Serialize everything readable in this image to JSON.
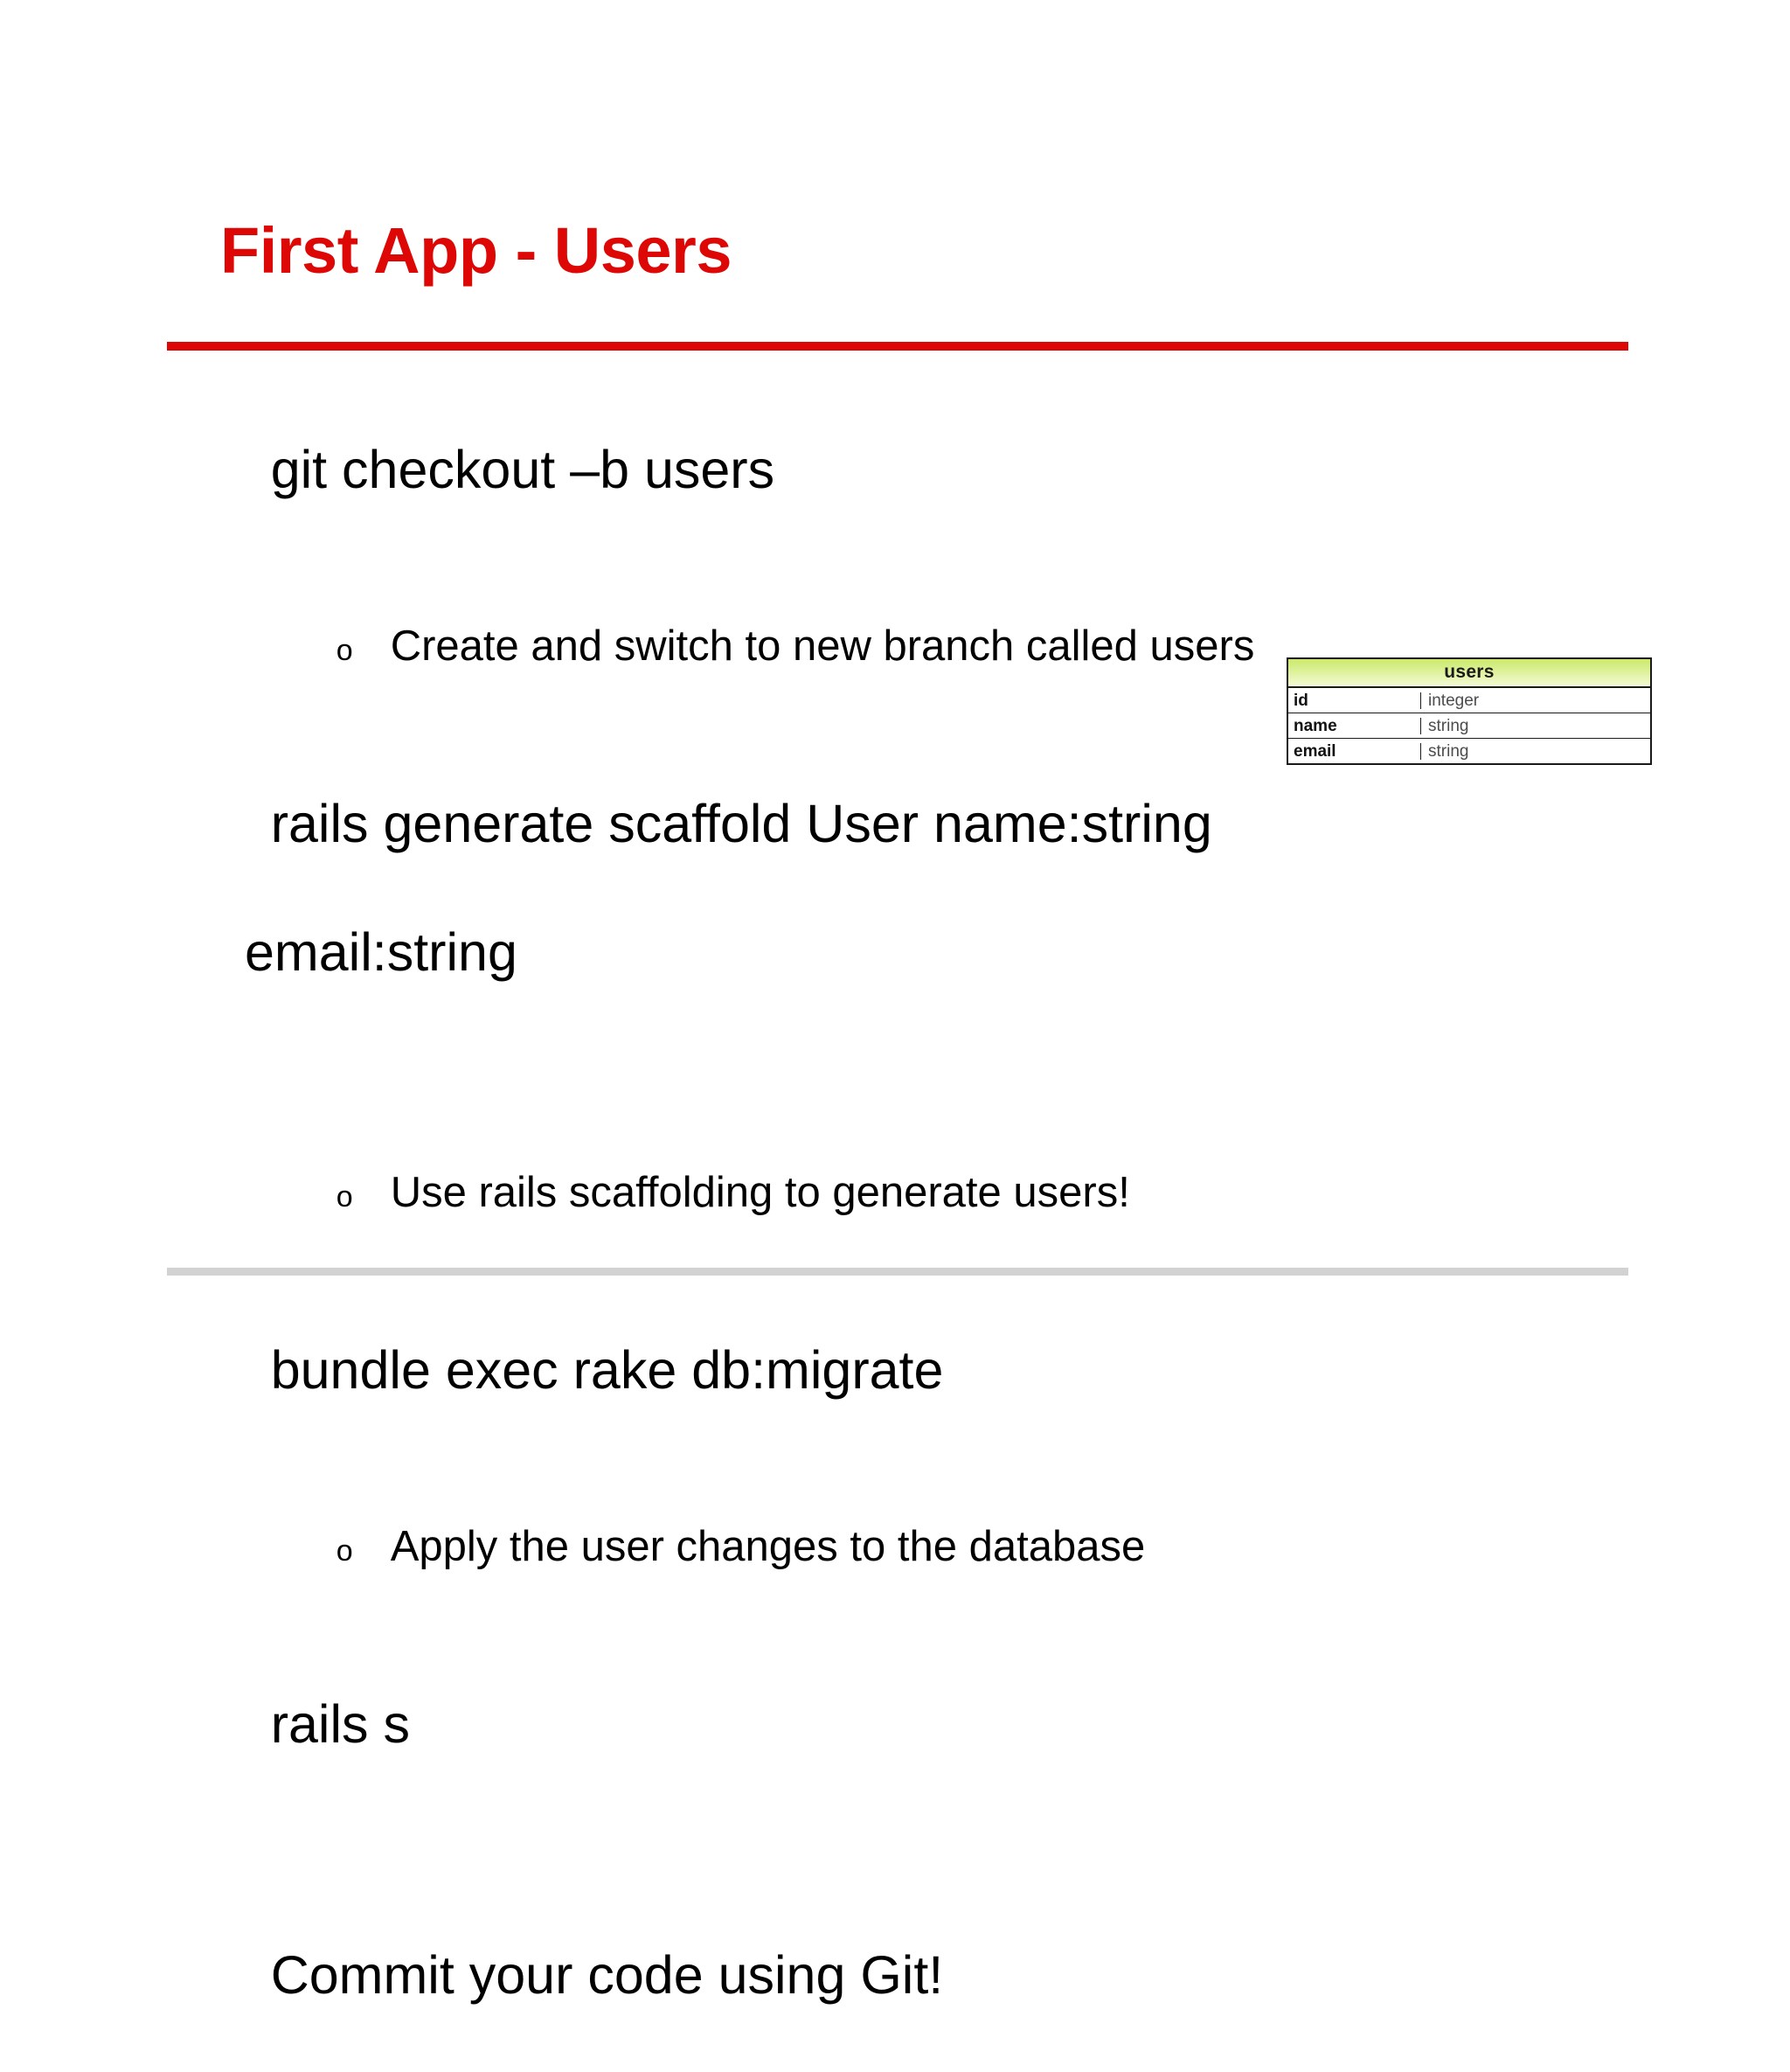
{
  "slide": {
    "title": "First App - Users",
    "title_color": "#dd0806",
    "top_rule_color": "#dd0806",
    "bottom_rule_color": "#d2d2d2",
    "background_color": "#ffffff",
    "body": [
      {
        "level": 1,
        "text": "git checkout –b users"
      },
      {
        "level": 2,
        "marker": "o",
        "text": "Create and switch to new branch called users"
      },
      {
        "level": 1,
        "text": "rails generate scaffold User name:string",
        "wrap": "email:string"
      },
      {
        "level": 2,
        "marker": "o",
        "text": "Use rails scaffolding to generate users!"
      },
      {
        "level": 1,
        "text": "bundle exec rake db:migrate"
      },
      {
        "level": 2,
        "marker": "o",
        "text": "Apply the user changes to the database"
      },
      {
        "level": 1,
        "text": "rails s"
      },
      {
        "level": 1,
        "text": "Commit your code using Git!"
      }
    ]
  },
  "er_table": {
    "title": "users",
    "header_color_top": "#cbe96a",
    "header_color_bottom": "#f4fbd6",
    "columns": [
      {
        "name": "id",
        "type": "integer"
      },
      {
        "name": "name",
        "type": "string"
      },
      {
        "name": "email",
        "type": "string"
      }
    ]
  }
}
